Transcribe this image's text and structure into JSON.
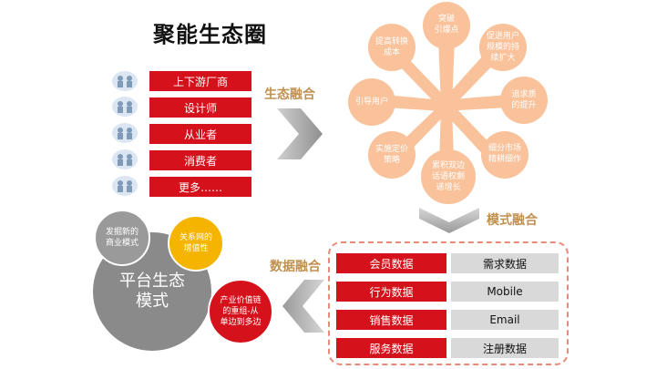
{
  "title": "聚能生态圈",
  "stakeholders": [
    "上下游厂商",
    "设计师",
    "从业者",
    "消费者",
    "更多……"
  ],
  "labels": {
    "ecosystem_fusion": "生态融合",
    "model_fusion": "模式融合",
    "data_fusion": "数据融合"
  },
  "petals": [
    "突破\n引爆点",
    "促进用户\n规模的持\n续扩大",
    "追求质\n的提升",
    "细分市场\n精耕细作",
    "累积双边\n话语权剩\n递增长",
    "实施定价\n策略",
    "引导用户",
    "提高转换\n成本"
  ],
  "platform": {
    "main": "平台生态\n模式",
    "discover": "发掘新的\n商业模式",
    "network": "关系网的\n增值性",
    "chain": "产业价值链\n的重组-从\n单边到多边"
  },
  "data_rows": [
    {
      "left": "会员数据",
      "right": "需求数据"
    },
    {
      "left": "行为数据",
      "right": "Mobile"
    },
    {
      "left": "销售数据",
      "right": "Email"
    },
    {
      "left": "服务数据",
      "right": "注册数据"
    }
  ],
  "colors": {
    "red": "#d5121c",
    "petal": "#f9c29a",
    "gold": "#c09050",
    "yellow": "#f5b400",
    "gray": "#8a8a8a"
  }
}
